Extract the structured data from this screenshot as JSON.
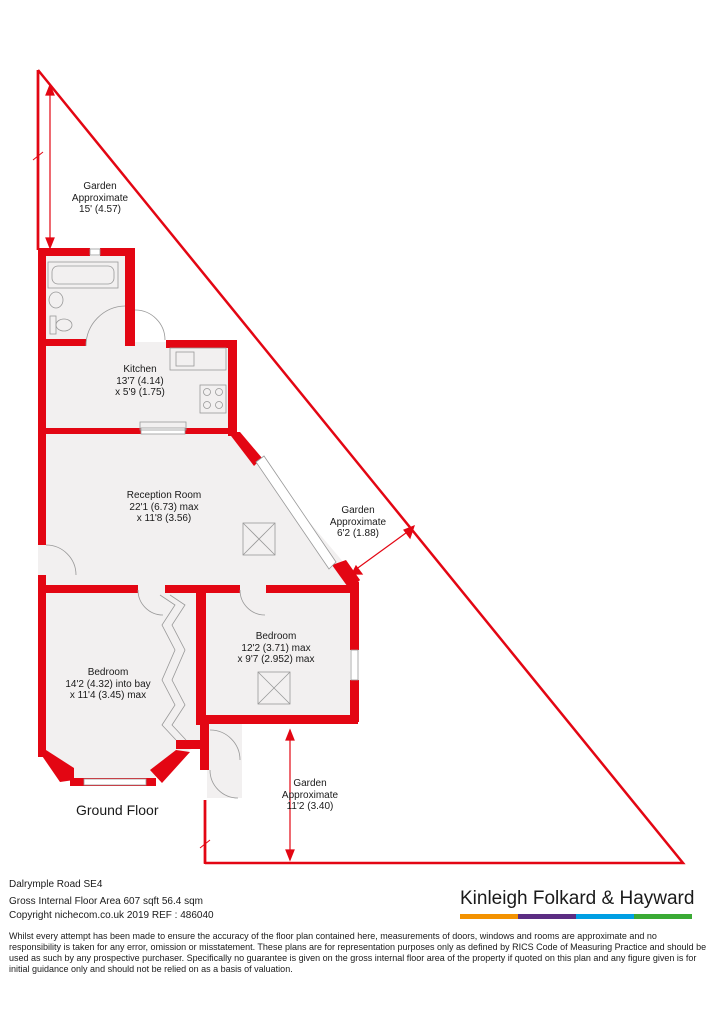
{
  "floor_title": "Ground Floor",
  "rooms": {
    "kitchen": {
      "name": "Kitchen",
      "dim1": "13'7 (4.14)",
      "dim2": "x 5'9 (1.75)"
    },
    "reception": {
      "name": "Reception Room",
      "dim1": "22'1 (6.73) max",
      "dim2": "x 11'8 (3.56)"
    },
    "bedroom_left": {
      "name": "Bedroom",
      "dim1": "14'2 (4.32) into bay",
      "dim2": "x 11'4 (3.45) max"
    },
    "bedroom_right": {
      "name": "Bedroom",
      "dim1": "12'2 (3.71) max",
      "dim2": "x 9'7 (2.952) max"
    }
  },
  "gardens": {
    "top": {
      "name": "Garden",
      "line1": "Approximate",
      "line2": "15' (4.57)"
    },
    "middle": {
      "name": "Garden",
      "line1": "Approximate",
      "line2": "6'2 (1.88)"
    },
    "bottom": {
      "name": "Garden",
      "line1": "Approximate",
      "line2": "11'2 (3.40)"
    }
  },
  "info": {
    "address": "Dalrymple Road SE4",
    "area": "Gross Internal Floor Area 607 sqft 56.4 sqm",
    "copyright": "Copyright nichecom.co.uk 2019 REF : 486040"
  },
  "brand": {
    "name": "Kinleigh Folkard & Hayward",
    "bar_colors": [
      "#f39200",
      "#5b2d82",
      "#009fe3",
      "#3aaa35"
    ]
  },
  "disclaimer": "Whilst every attempt has been made to ensure the accuracy of the floor plan contained here, measurements of doors, windows and rooms are approximate and no responsibility is taken for any error, omission or misstatement.  These plans are for representation purposes only as defined by RICS Code of Measuring Practice and should be used as such by any prospective purchaser.  Specifically no guarantee is given on the gross internal floor area of the property if quoted on this plan and any figure given is for initial guidance only and should not be relied on as a basis of valuation.",
  "colors": {
    "wall": "#e30613",
    "floor": "#f2f0f0",
    "fixture": "#c8c8c8"
  }
}
